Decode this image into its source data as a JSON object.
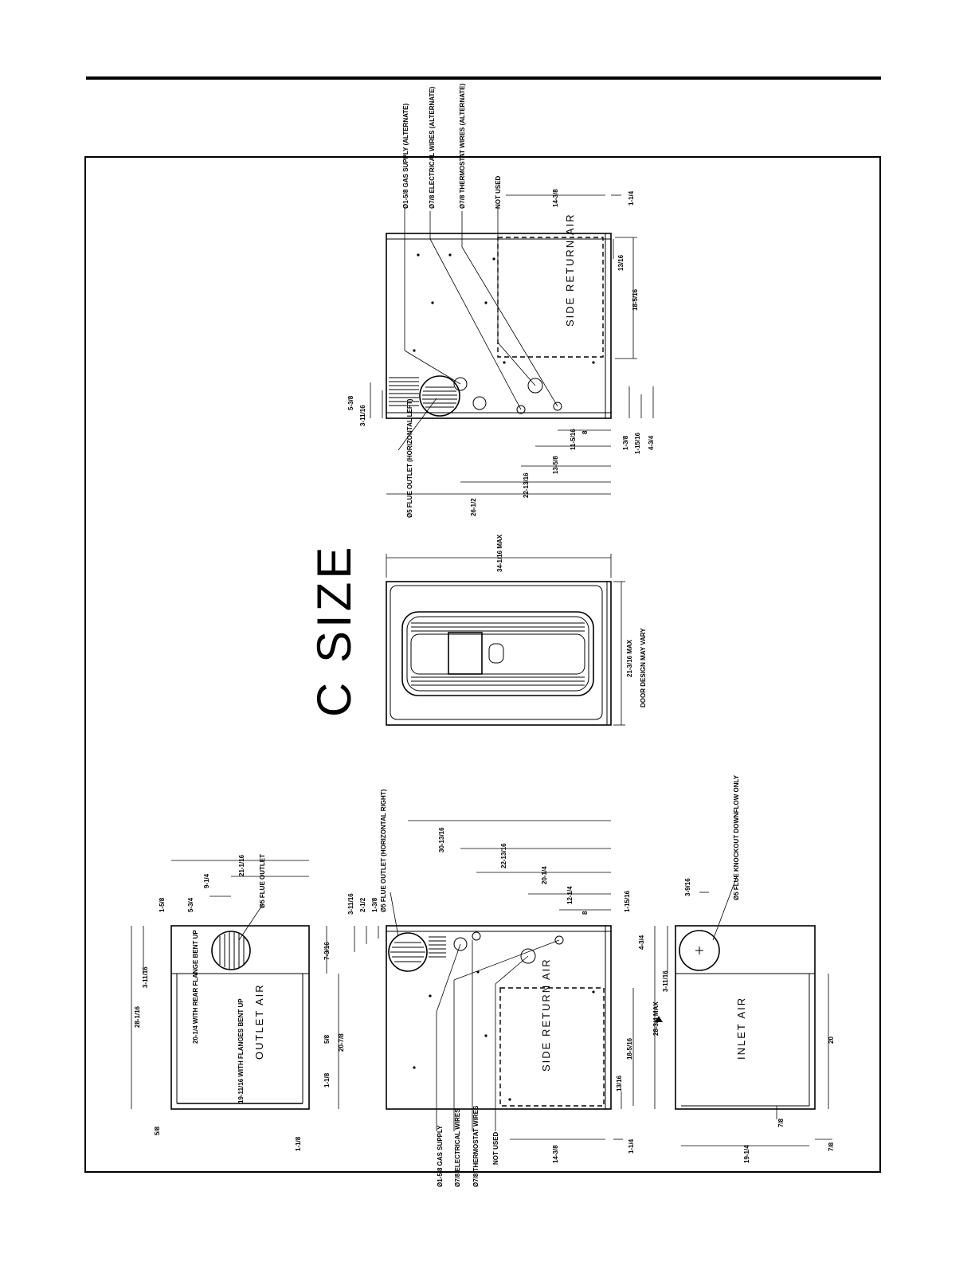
{
  "title": "C SIZE",
  "views": {
    "side_top": {
      "callouts": [
        "Ø1-5/8 GAS SUPPLY (ALTERNATE)",
        "Ø7/8 ELECTRICAL WIRES (ALTERNATE)",
        "Ø7/8 THERMOSTAT WIRES (ALTERNATE)",
        "NOT USED"
      ],
      "flue_callout": "Ø5 FLUE OUTLET (HORIZONTAL LEFT)",
      "label": "SIDE RETURN AIR",
      "dims": [
        "5-3/8",
        "3-11/16",
        "14-3/8",
        "1-1/4",
        "13/16",
        "18-5/16",
        "1-3/8",
        "1-15/16",
        "4-3/4",
        "8",
        "11-5/16",
        "13-5/8",
        "22-13/16",
        "26-1/2"
      ]
    },
    "front": {
      "dims": [
        "34-1/16 MAX",
        "21-3/16 MAX"
      ],
      "note": "DOOR DESIGN MAY VARY"
    },
    "top": {
      "label": "OUTLET AIR",
      "dims": [
        "21-1/16",
        "9-1/4",
        "5-3/4",
        "1-5/8",
        "3-11/16",
        "28-1/16",
        "7-3/16",
        "5/8",
        "20-7/8",
        "1-1/8",
        "1-1/8",
        "5/8",
        "20-1/4 WITH REAR FLANGE BENT UP",
        "19-11/16 WITH FLANGES BENT UP"
      ],
      "flue_callout": "Ø5 FLUE OUTLET"
    },
    "side_bottom": {
      "callouts": [
        "Ø1-5/8 GAS SUPPLY",
        "Ø7/8 ELECTRICAL WIRES",
        "Ø7/8 THERMOSTAT WIRES",
        "NOT USED"
      ],
      "flue_callout": "Ø5 FLUE OUTLET (HORIZONTAL RIGHT)",
      "label": "SIDE RETURN AIR",
      "dims": [
        "30-13/16",
        "22-13/16",
        "20-1/4",
        "12-1/4",
        "8",
        "1-15/16",
        "4-3/4",
        "3-11/16",
        "2-1/2",
        "1-3/8",
        "18-5/16",
        "13/16",
        "14-3/8",
        "1-1/4"
      ]
    },
    "bottom": {
      "label": "INLET AIR",
      "dims": [
        "3-9/16",
        "3-11/16",
        "28-3/4 MAX",
        "20",
        "7/8",
        "19-1/4",
        "7/8"
      ],
      "flue_callout": "Ø5 FLUE KNOCKOUT DOWNFLOW ONLY"
    }
  }
}
